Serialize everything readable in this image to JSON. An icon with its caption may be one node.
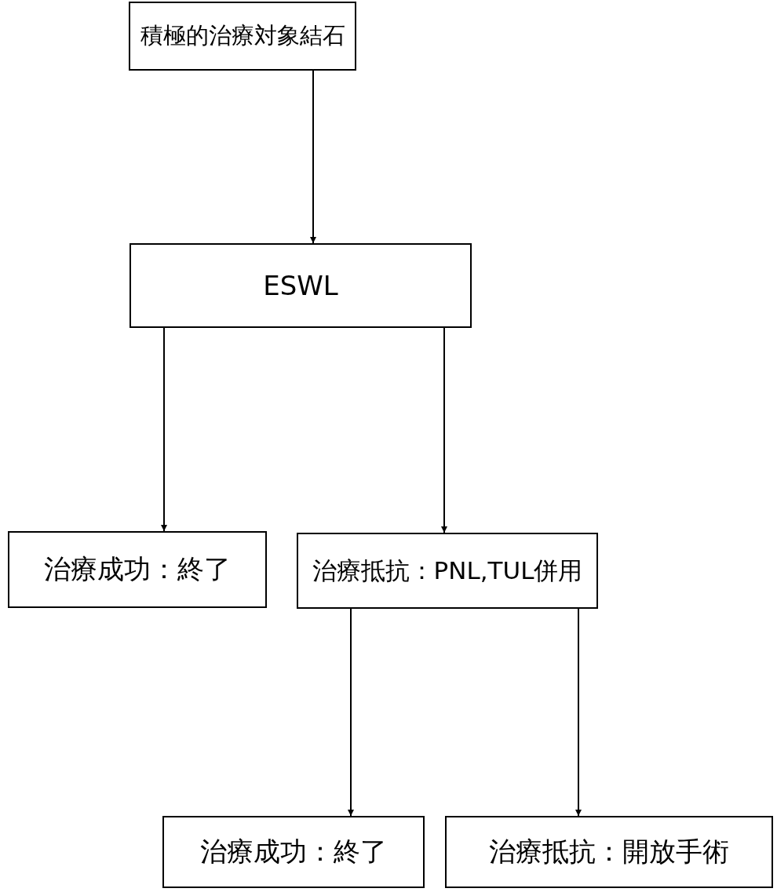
{
  "diagram": {
    "nodes": [
      {
        "text": [
          "積極的治療対象結石"
        ]
      },
      {
        "text": [
          "ESWL"
        ]
      },
      {
        "text": [
          "治療成功：終了"
        ]
      },
      {
        "text": [
          "治療抵抗：PNL,TUL併用"
        ]
      },
      {
        "text": [
          "治療成功：終了"
        ]
      },
      {
        "text": [
          "治療抵抗：開放手術"
        ]
      }
    ],
    "edges": [
      {
        "from": 0,
        "to": 1,
        "arrow": "to"
      },
      {
        "from": 1,
        "to": 2,
        "arrow": "to"
      },
      {
        "from": 1,
        "to": 3,
        "arrow": "to"
      },
      {
        "from": 3,
        "to": 4,
        "arrow": "to"
      },
      {
        "from": 3,
        "to": 5,
        "arrow": "to"
      }
    ]
  }
}
